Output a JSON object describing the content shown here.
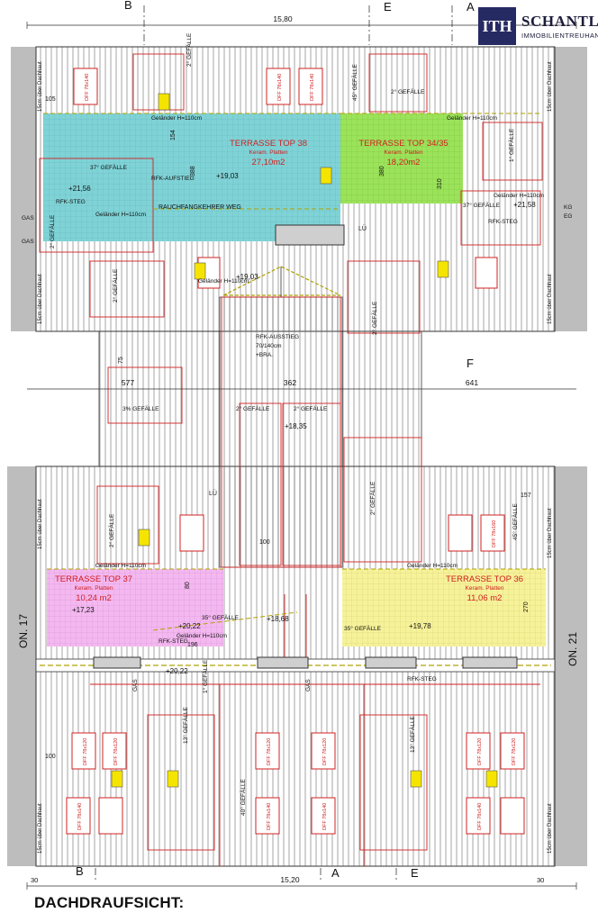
{
  "title": "DACHDRAUFSICHT:",
  "logo": {
    "mark": "ITH",
    "name": "SCHANTL",
    "sub": "IMMOBILIENTREUHAND"
  },
  "dimensions": {
    "top_width": "15,80",
    "bottom_width": "15,20",
    "bottom_left": "30",
    "bottom_right": "30",
    "mid_left": "577",
    "mid_center": "362",
    "mid_right": "641",
    "d_105": "105",
    "d_154": "154",
    "d_388": "388",
    "d_380": "380",
    "d_310": "310",
    "d_270": "270",
    "d_157": "157",
    "d_100a": "100",
    "d_100b": "100",
    "d_75": "75",
    "d_80": "80",
    "d_196": "196"
  },
  "section_markers": {
    "b": "B",
    "e": "E",
    "a": "A",
    "f": "F"
  },
  "neighbors": {
    "left": "ON. 17",
    "right": "ON. 21"
  },
  "terraces": [
    {
      "name": "TERRASSE TOP 38",
      "material": "Keram. Platten",
      "area": "27,10m2",
      "color": "#7fd3d6"
    },
    {
      "name": "TERRASSE TOP 34/35",
      "material": "Keram. Platten",
      "area": "18,20m2",
      "color": "#9be35a"
    },
    {
      "name": "TERRASSE TOP 37",
      "material": "Keram. Platten",
      "area": "10,24 m2",
      "color": "#f0a8ee"
    },
    {
      "name": "TERRASSE TOP 36",
      "material": "Keram. Platten",
      "area": "11,06 m2",
      "color": "#f6f29a"
    }
  ],
  "elevations": [
    "+19,03",
    "+21,56",
    "+21,58",
    "+19,03",
    "+18,35",
    "+17,23",
    "+20,22",
    "+18,68",
    "+19,78",
    "+20,22"
  ],
  "labels": {
    "railing": "Geländer H=110cm",
    "rfk_steg": "RFK-STEG",
    "rauchfang": "RAUCHFANGKEHRER WEG",
    "rfk_aufstieg": "RFK-AUFSTIEG",
    "rfk_ausstieg": "RFK-AUSSTIEG",
    "ausstieg_size": "70/140cm",
    "ausstieg_bra": "+BRA.",
    "slope_2": "2° GEFÄLLE",
    "slope_3": "3% GEFÄLLE",
    "slope_1": "1° GEFÄLLE",
    "slope_35": "35° GEFÄLLE",
    "slope_45": "45° GEFÄLLE",
    "slope_13": "13° GEFÄLLE",
    "slope_37": "37° GEFÄLLE",
    "slope_40": "40° GEFÄLLE",
    "dachhaut": "15cm über Dachhaut",
    "dff_78_140": "DFF 78x140",
    "dff_78_120": "DFF 78x120",
    "dff_78_160": "DFF 78x160",
    "lue": "LÜ",
    "gas": "GAS",
    "kg": "KG",
    "eg": "EG"
  }
}
